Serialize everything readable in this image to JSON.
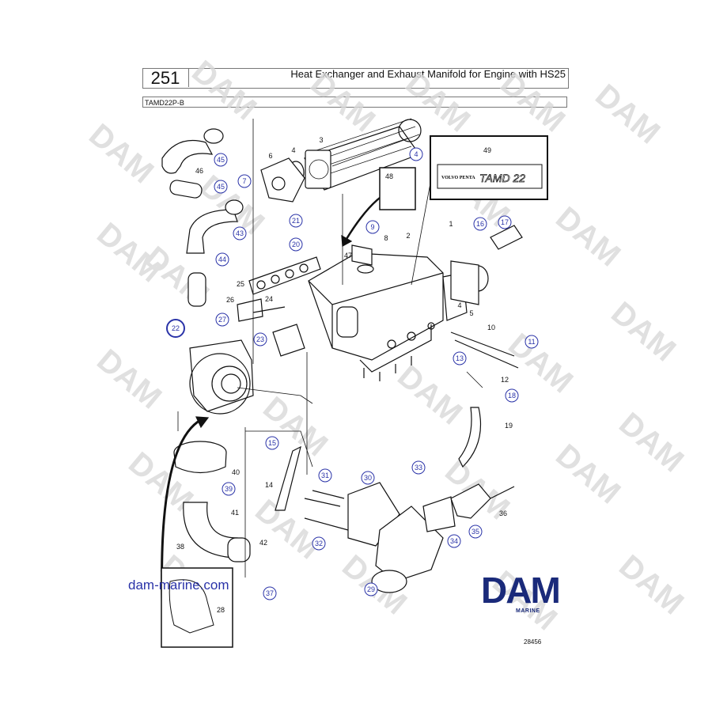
{
  "header": {
    "page_number": "251",
    "title": "Heat Exchanger and Exhaust Manifold for Engine with HS25",
    "model": "TAMD22P-B"
  },
  "watermark": {
    "text": "DAM",
    "color": "#d8d8d8"
  },
  "brand": {
    "logo_text": "DAM",
    "subtitle": "MARINE",
    "color": "#1a2a7a",
    "url": "dam-marine.com"
  },
  "diagram_id": "28456",
  "emblem_text": {
    "maker": "VOLVO PENTA",
    "model": "TAMD 22"
  },
  "callout_color": "#2a33a8",
  "callouts": [
    "1",
    "2",
    "3",
    "4",
    "4",
    "4",
    "5",
    "6",
    "7",
    "8",
    "9",
    "10",
    "11",
    "12",
    "13",
    "14",
    "15",
    "16",
    "17",
    "18",
    "19",
    "20",
    "21",
    "22",
    "23",
    "24",
    "25",
    "26",
    "27",
    "28",
    "29",
    "30",
    "31",
    "32",
    "33",
    "34",
    "35",
    "36",
    "37",
    "38",
    "39",
    "40",
    "41",
    "42",
    "43",
    "44",
    "45",
    "45",
    "46",
    "47",
    "48",
    "49"
  ]
}
